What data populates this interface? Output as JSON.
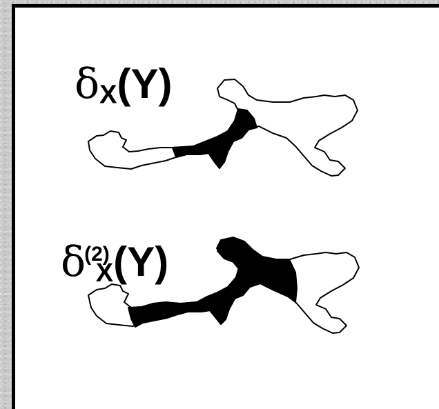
{
  "figure": {
    "top_label": {
      "delta": "δ",
      "subscript": "X",
      "argument": "(Y)"
    },
    "bottom_label": {
      "delta": "δ",
      "superscript": "(2)",
      "subscript": "X",
      "argument": "(Y)"
    },
    "colors": {
      "background": "#c9c9c9",
      "panel": "#ffffff",
      "outline": "#000000",
      "fill": "#000000"
    }
  }
}
